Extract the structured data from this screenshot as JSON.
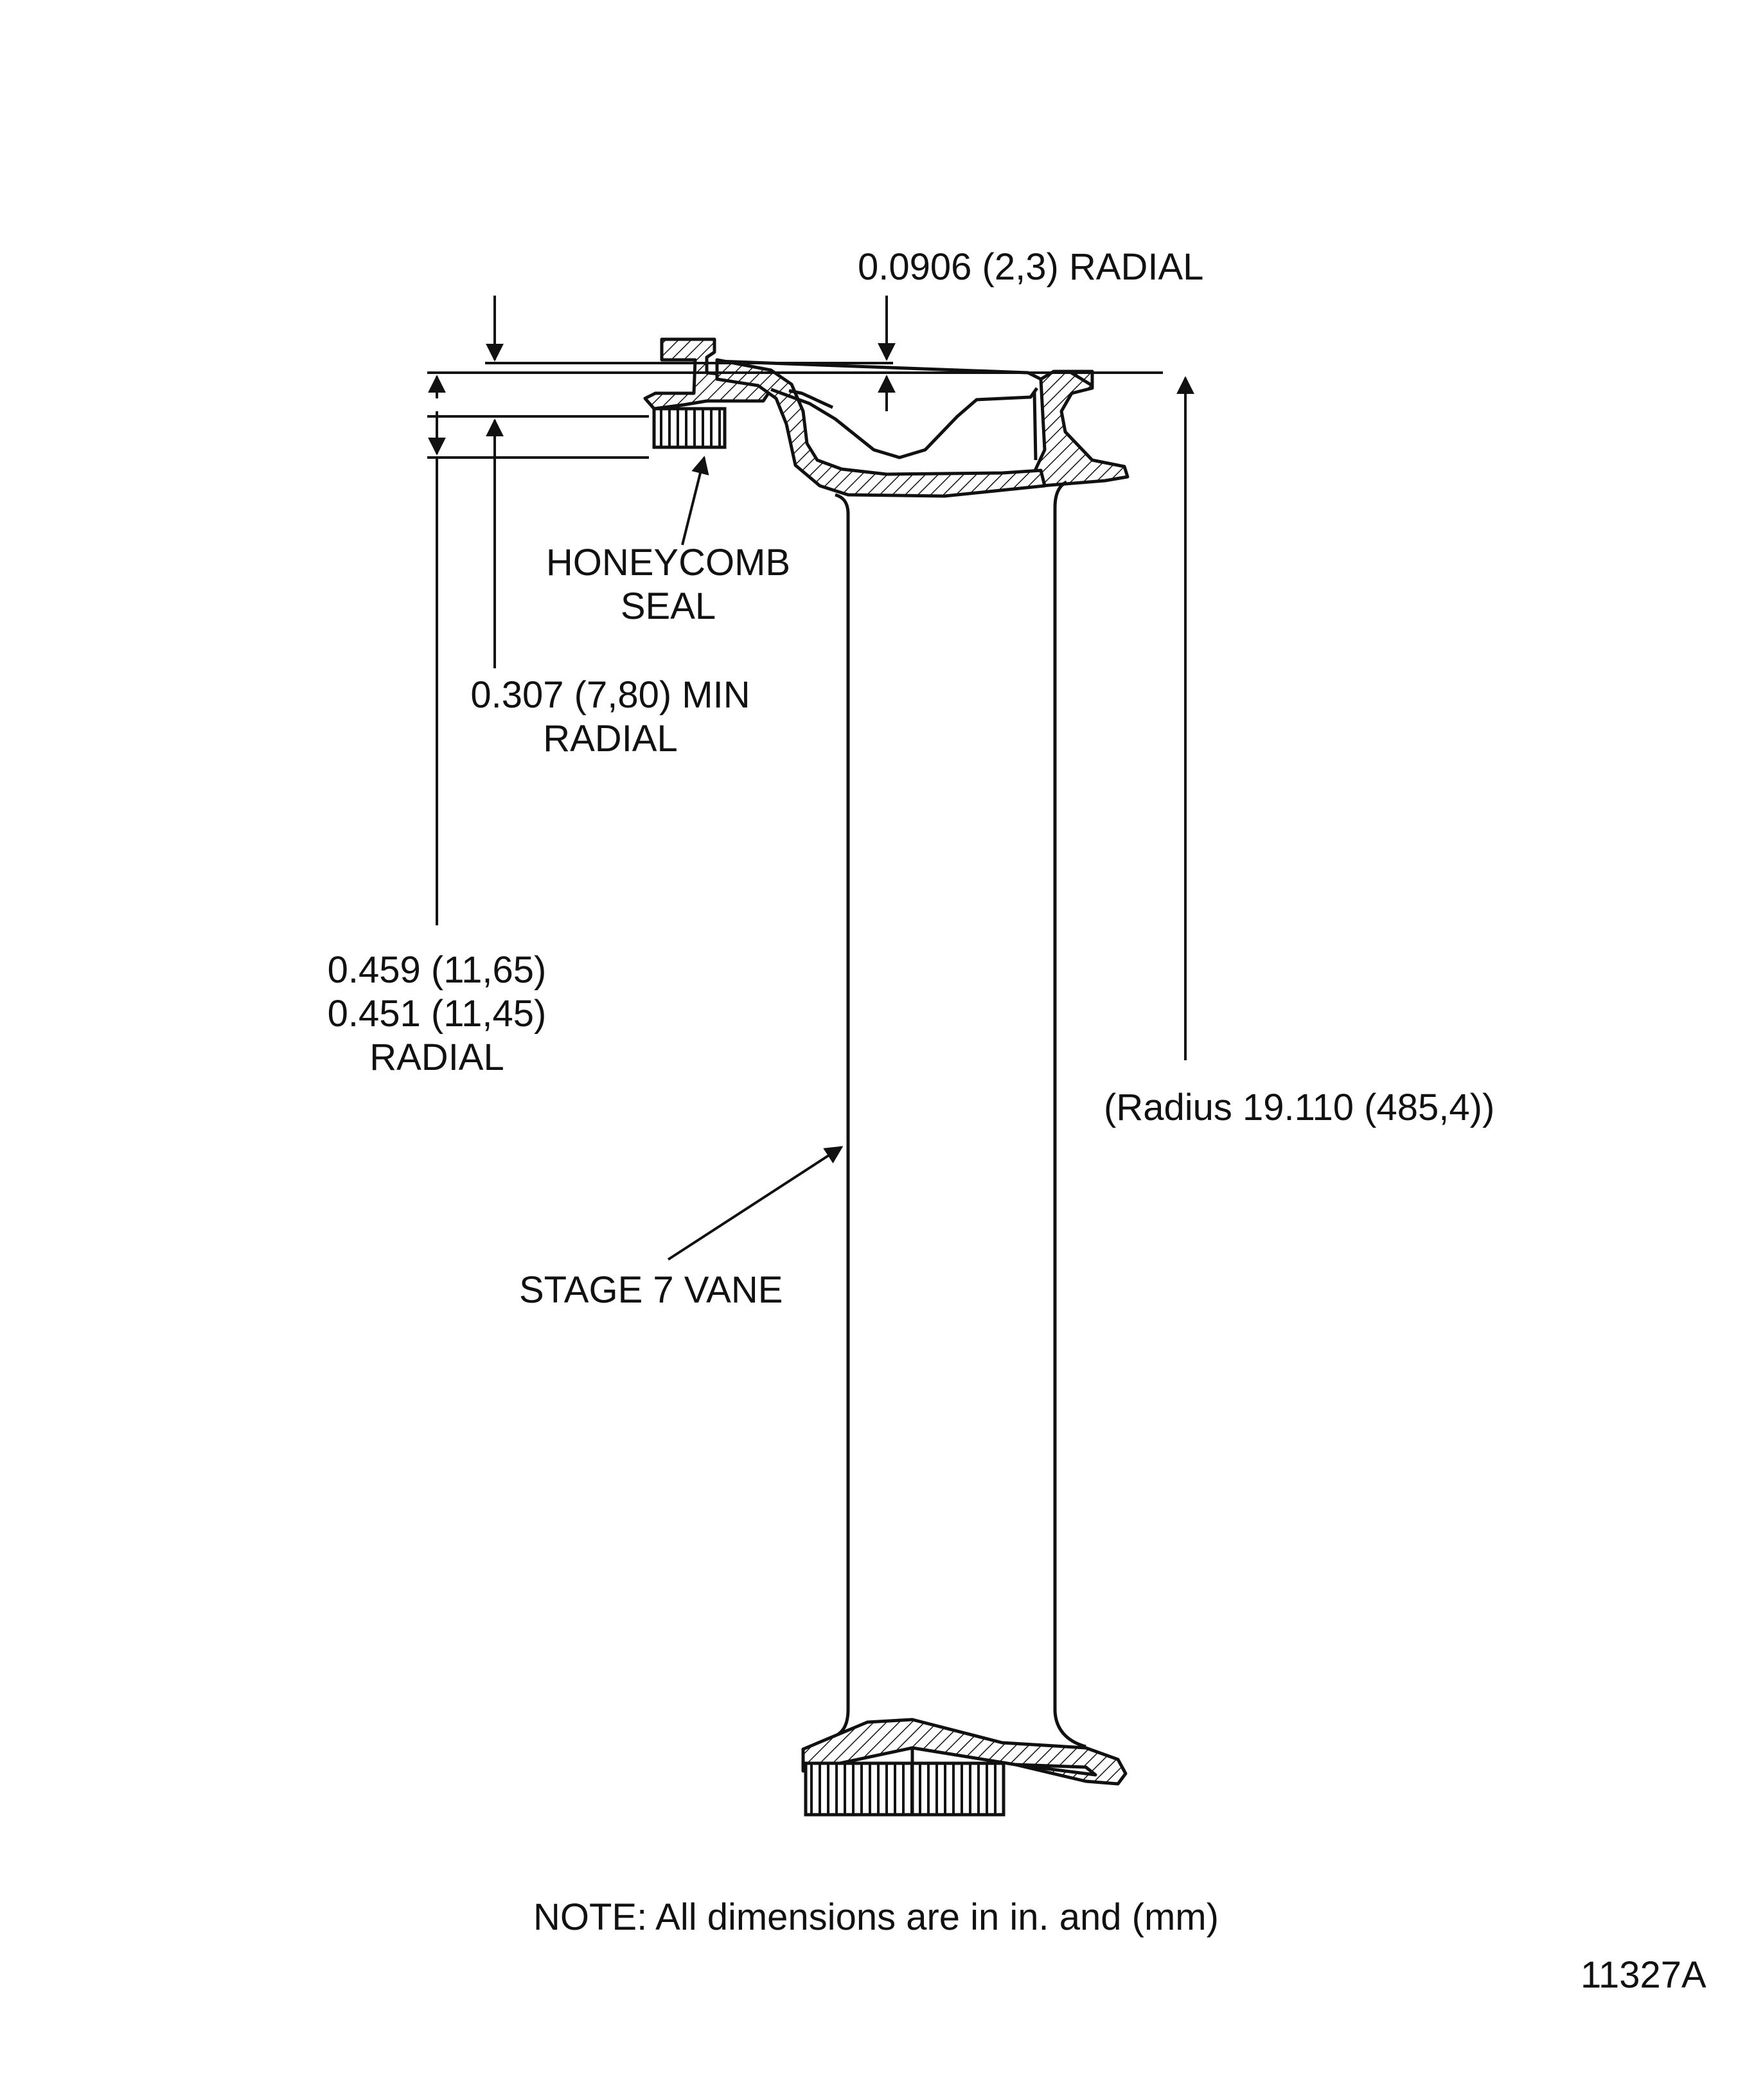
{
  "labels": {
    "gap_radial": "0.0906 (2,3) RADIAL",
    "honeycomb_line1": "HONEYCOMB",
    "honeycomb_line2": "SEAL",
    "min_radial_line1": "0.307 (7,80) MIN",
    "min_radial_line2": "RADIAL",
    "range_line1": "0.459 (11,65)",
    "range_line2": "0.451 (11,45)",
    "range_line3": "RADIAL",
    "radius": "(Radius 19.110 (485,4))",
    "vane": "STAGE 7 VANE",
    "note": "NOTE: All dimensions are in in. and (mm)",
    "figure_id": "11327A"
  },
  "colors": {
    "ink": "#111111",
    "background": "#ffffff"
  }
}
